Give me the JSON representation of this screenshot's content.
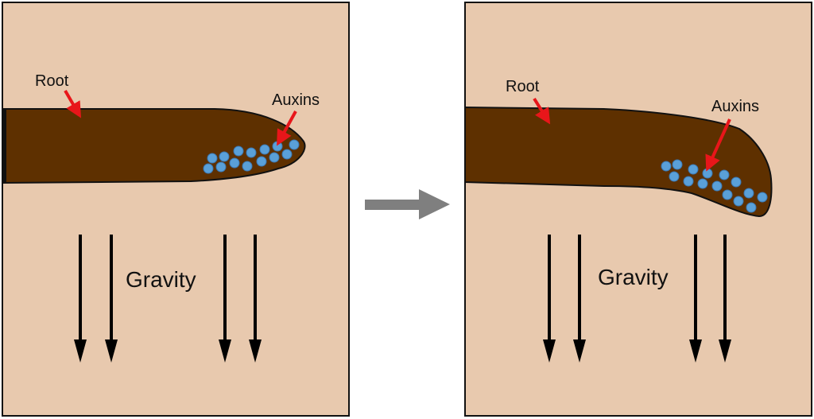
{
  "left_panel": {
    "root_label": "Root",
    "auxins_label": "Auxins",
    "gravity_label": "Gravity"
  },
  "right_panel": {
    "root_label": "Root",
    "auxins_label": "Auxins",
    "gravity_label": "Gravity"
  },
  "colors": {
    "background": "#e8c9ae",
    "root": "#5e3000",
    "auxin": "#5aa0d8",
    "pointer_arrow": "#e8161a",
    "transition_arrow": "#7f7f7f",
    "gravity_arrow": "#000000"
  }
}
